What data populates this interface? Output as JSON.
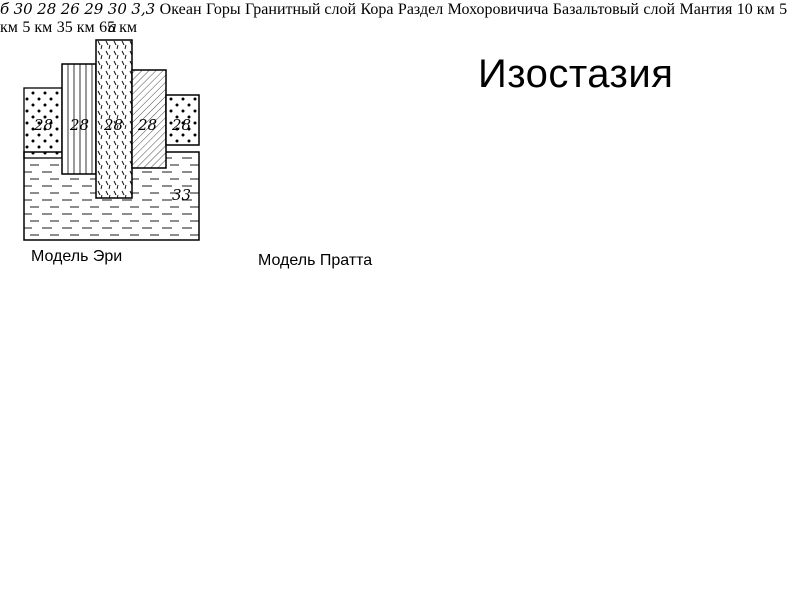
{
  "title": "Изостазия",
  "airy": {
    "caption": "Модель Эри",
    "letter": "а",
    "densities": [
      "28",
      "28",
      "28",
      "28",
      "28"
    ],
    "mantle": "33"
  },
  "pratt": {
    "caption": "Модель Пратта",
    "letter": "б",
    "densities": [
      "30",
      "28",
      "26",
      "29",
      "30"
    ],
    "mantle": "3,3"
  },
  "section": {
    "ocean": "Океан",
    "mountains": "Горы",
    "granite": "Гранитный слой",
    "crust": "Кора",
    "moho_line1": "Раздел",
    "moho_line2": "Мохоровичича",
    "basalt_line1": "Базальтовый",
    "basalt_line2": "слой",
    "mantle": "Мантия",
    "dim_10km": "10 км",
    "dim_5km_left": "5 км",
    "dim_5km_right": "5 км",
    "dim_35km": "35 км",
    "dim_65km": "65 км"
  }
}
